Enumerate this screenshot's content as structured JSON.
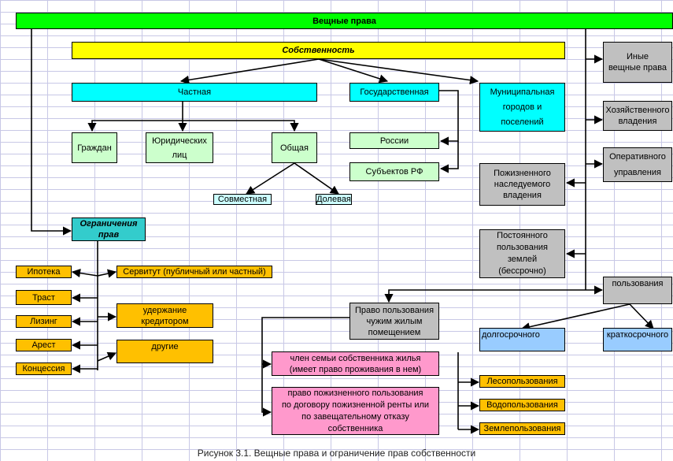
{
  "diagram": {
    "title": "Вещные права",
    "ownership": "Собственность",
    "private": "Частная",
    "state": "Государственная",
    "municipal": "Муниципальная\nгородов и\nпоселений",
    "citizens": "Граждан",
    "legal_entities": "Юридических\nлиц",
    "common": "Общая",
    "russia": "России",
    "subjects_rf": "Субъектов РФ",
    "joint": "Совместная",
    "shared": "Долевая",
    "other_real_rights": "Иные\nвещные права",
    "economic_management": "Хозяйственного\nвладения",
    "operational_management": "Оперативного\nуправления",
    "lifelong_inheritable": "Пожизненного\nнаследуемого\nвладения",
    "permanent_use": "Постоянного\nпользования\nземлей\n(бессрочно)",
    "usage": "пользования",
    "restrictions": "Ограничения\nправ",
    "mortgage": "Ипотека",
    "easement": "Сервитут (публичный или частный)",
    "trust": "Траст",
    "retention": "удержание\nкредитором",
    "leasing": "Лизинг",
    "arrest": "Арест",
    "others": "другие",
    "concession": "Концессия",
    "residential_use": "Право пользования\nчужим жилым\nпомещением",
    "long_term": "долгосрочного",
    "short_term": "краткосрочного",
    "family_member": "член семьи собственника жилья\n(имеет право проживания в нем)",
    "lifelong_use": "право пожизненного пользования\nпо договору пожизненной ренты или\nпо завещательному отказу\nсобственника",
    "forest_use": "Лесопользования",
    "water_use": "Водопользования",
    "land_use": "Землепользования"
  },
  "caption": "Рисунок 3.1. Вещные права и ограничение прав собственности",
  "colors": {
    "title_bg": "#00ff00",
    "ownership_bg": "#ffff00",
    "forms_bg": "#00ffff",
    "subforms_bg": "#ccffcc",
    "restrictions_bg": "#33cccc",
    "real_rights_bg": "#c0c0c0",
    "restriction_items_bg": "#ffc000",
    "residential_items_bg": "#ff99cc",
    "term_bg": "#99ccff",
    "grid": "#c8c8e6"
  }
}
